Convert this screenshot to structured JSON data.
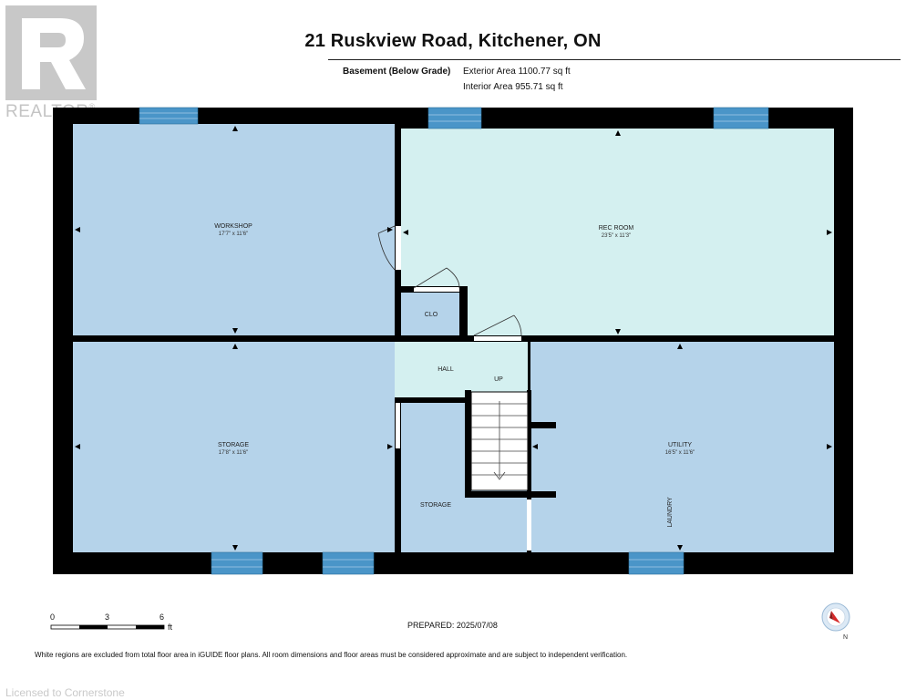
{
  "header": {
    "title": "21 Ruskview Road, Kitchener, ON",
    "level": "Basement (Below Grade)",
    "exterior_area": "Exterior Area 1100.77 sq ft",
    "interior_area": "Interior Area 955.71 sq ft"
  },
  "watermark": {
    "brand": "REALTOR",
    "registered": "®",
    "licensed": "Licensed to Cornerstone"
  },
  "rooms": [
    {
      "name": "WORKSHOP",
      "dims": "17'7\" x 11'6\""
    },
    {
      "name": "REC ROOM",
      "dims": "23'5\" x 11'3\""
    },
    {
      "name": "CLO",
      "dims": ""
    },
    {
      "name": "HALL",
      "dims": ""
    },
    {
      "name": "UP",
      "dims": ""
    },
    {
      "name": "STORAGE",
      "dims": "17'8\" x 11'6\""
    },
    {
      "name": "STORAGE",
      "dims": ""
    },
    {
      "name": "UTILITY",
      "dims": "16'5\" x 11'6\""
    },
    {
      "name": "LAUNDRY",
      "dims": ""
    }
  ],
  "scale": {
    "ticks": [
      "0",
      "3",
      "6"
    ],
    "unit": "ft"
  },
  "prepared": "PREPARED:  2025/07/08",
  "compass": {
    "label": "N"
  },
  "disclaimer": "White regions are excluded from total floor area in iGUIDE floor plans. All room dimensions and floor areas must be considered approximate and are subject to independent verification.",
  "colors": {
    "room_blue": "#b5d3ea",
    "rec_room": "#d4f0f0",
    "wall": "#000000",
    "window": "#4a95c8",
    "compass_red": "#d62828"
  }
}
